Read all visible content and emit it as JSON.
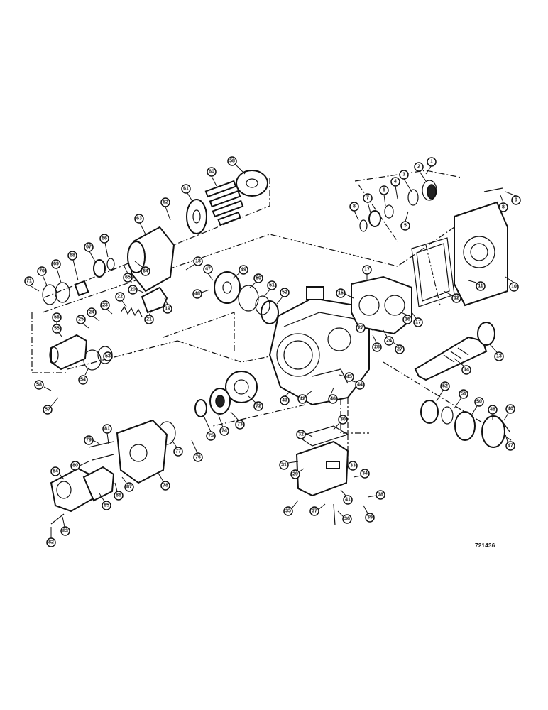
{
  "drawing_number": "721436",
  "callouts": [
    "1",
    "2",
    "3",
    "4",
    "5",
    "6",
    "7",
    "8",
    "9",
    "10",
    "11",
    "12",
    "13",
    "14",
    "15",
    "16",
    "17",
    "18",
    "19",
    "20",
    "21",
    "22",
    "23",
    "24",
    "25",
    "26",
    "27",
    "28",
    "29",
    "30",
    "31",
    "32",
    "33",
    "34",
    "35",
    "36",
    "37",
    "38",
    "39",
    "40",
    "41",
    "42",
    "43",
    "44",
    "45",
    "46",
    "47",
    "48",
    "49",
    "50",
    "51",
    "52",
    "53",
    "54",
    "55",
    "56",
    "57",
    "58",
    "59",
    "60",
    "61",
    "62",
    "63",
    "64",
    "65",
    "66",
    "67",
    "68",
    "69",
    "70",
    "71",
    "72",
    "73",
    "74",
    "75",
    "76",
    "77",
    "78",
    "79",
    "80",
    "81",
    "82",
    "83",
    "84",
    "85",
    "86",
    "87"
  ]
}
